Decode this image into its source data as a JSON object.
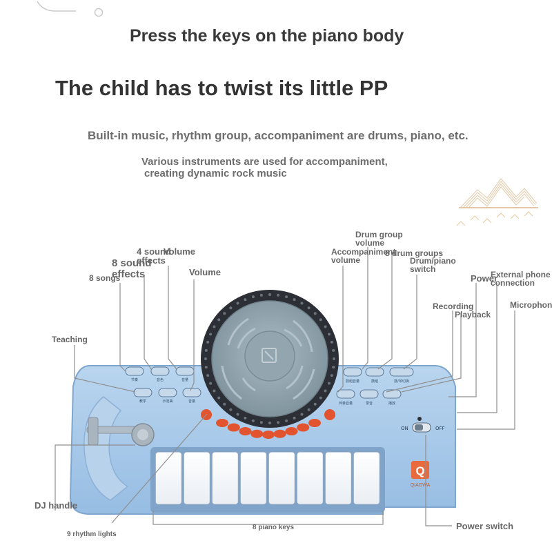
{
  "headlines": {
    "line1": "Press the keys on the piano body",
    "line2": "The child has to twist its little PP",
    "line3": "Built-in music, rhythm group, accompaniment are drums, piano, etc.",
    "line4a": "Various instruments are used for accompaniment,",
    "line4b": "creating dynamic rock music"
  },
  "labels": {
    "four_sound_effects": "4 sound effects",
    "volume_overlap": "Volume",
    "eight_sound_effects": "8 sound effects",
    "eight_songs": "8 songs",
    "volume": "Volume",
    "teaching": "Teaching",
    "drum_group_volume": "Drum group volume",
    "accompaniment_volume": "Accompaniment volume",
    "eight_drum_groups": "8 drum groups",
    "drum_piano_switch": "Drum/piano switch",
    "power": "Power",
    "external_phone": "External phone connection",
    "recording": "Recording",
    "playback": "Playback",
    "microphone": "Microphone",
    "dj_handle": "DJ handle",
    "rhythm_lights": "9 rhythm lights",
    "piano_keys": "8 piano keys",
    "power_switch": "Power switch"
  },
  "toy": {
    "brand_letter": "Q",
    "brand_name": "QIAOWA",
    "switch_on": "ON",
    "switch_off": "OFF",
    "button_captions": {
      "b1": "节奏",
      "b2": "音色",
      "b3": "音量",
      "b4": "教学",
      "b5": "示范曲",
      "b6": "音量",
      "r1": "鼓组音量",
      "r2": "鼓组",
      "r3": "鼓/琴切换",
      "r4": "伴奏音量",
      "r5": "录音",
      "r6": "播放"
    },
    "white_keys": 8,
    "rhythm_lights": 9,
    "colors": {
      "body": "#a9c8e8",
      "body_edge": "#7fa6cf",
      "disc": "#8fa2ac",
      "ring": "#2c3036",
      "light": "#e2542f",
      "button": "#c6d9ea"
    }
  }
}
